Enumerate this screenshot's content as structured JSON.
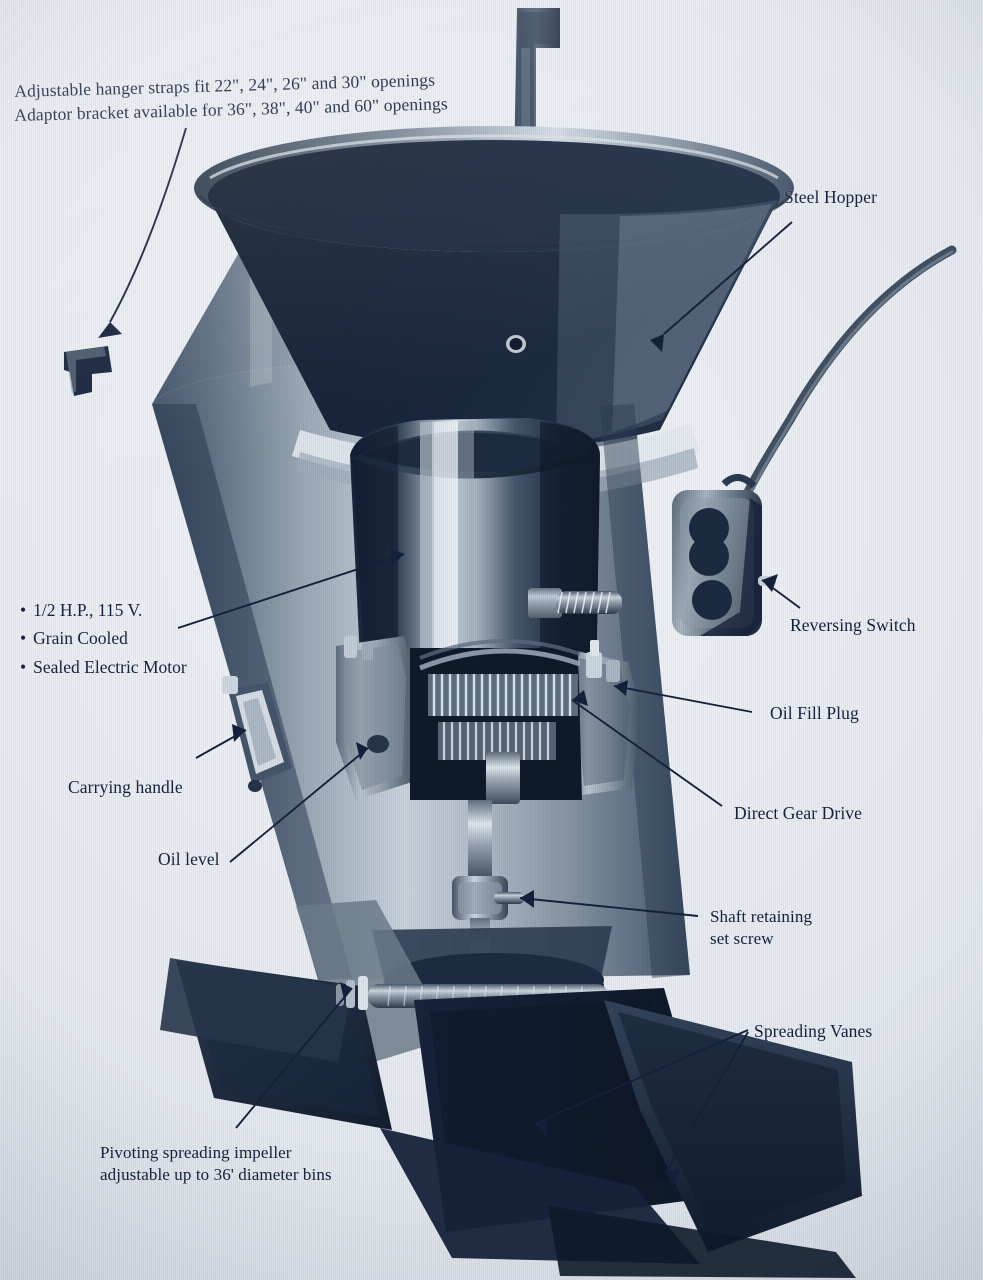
{
  "diagram": {
    "subject": "grain-bin-spreader-cutaway",
    "notes": {
      "hanger_line1": "Adjustable hanger straps fit 22\", 24\", 26\" and 30\" openings",
      "hanger_line2": "Adaptor bracket available for 36\", 38\", 40\" and 60\" openings"
    },
    "motor_specs": [
      "1/2 H.P., 115 V.",
      "Grain Cooled",
      "Sealed Electric Motor"
    ],
    "callouts": [
      {
        "id": "steel-hopper",
        "label": "Steel Hopper"
      },
      {
        "id": "reversing-switch",
        "label": "Reversing Switch"
      },
      {
        "id": "oil-fill-plug",
        "label": "Oil Fill Plug"
      },
      {
        "id": "direct-gear-drive",
        "label": "Direct Gear Drive"
      },
      {
        "id": "shaft-set-screw",
        "label_line1": "Shaft retaining",
        "label_line2": "set screw"
      },
      {
        "id": "spreading-vanes",
        "label": "Spreading Vanes"
      },
      {
        "id": "carrying-handle",
        "label": "Carrying handle"
      },
      {
        "id": "oil-level",
        "label": "Oil level"
      },
      {
        "id": "impeller",
        "label_line1": "Pivoting spreading impeller",
        "label_line2": "adjustable up to 36' diameter bins"
      }
    ],
    "colors": {
      "paper": "#e9edf3",
      "ink": "#14213a",
      "steel_light": "#cfd8e0",
      "steel_mid": "#8b9aa8",
      "steel_dark": "#3b4a5c",
      "shadow": "#16223a",
      "near_black": "#101a2b"
    }
  }
}
